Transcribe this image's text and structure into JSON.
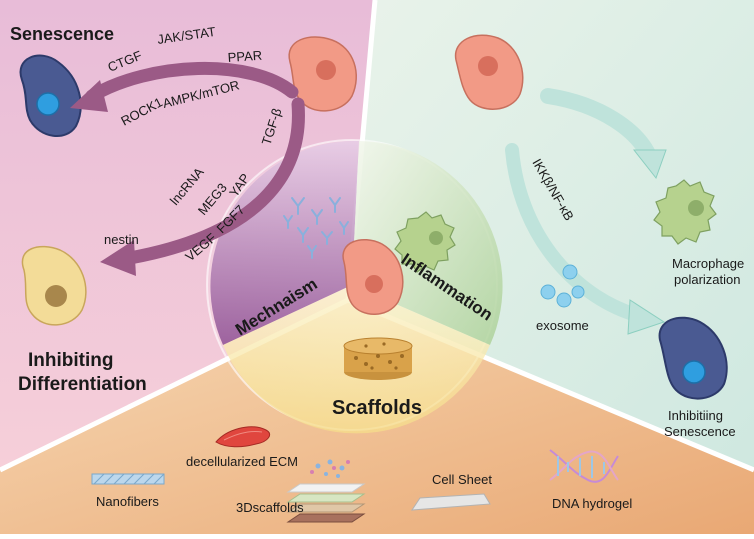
{
  "senescence_panel": {
    "title": "Senescence",
    "labels": [
      "CTGF",
      "JAK/STAT",
      "PPAR",
      "ROCK1",
      "AMPK/mTOR",
      "TGF-β"
    ]
  },
  "differentiation_panel": {
    "labels": [
      "lncRNA",
      "MEG3",
      "YAP",
      "VEGF",
      "FGF7",
      "nestin"
    ],
    "title_line1": "Inhibiting",
    "title_line2": "Differentiation"
  },
  "inflammation_panel": {
    "pathway": "IKKβ/NF-κB",
    "macrophage_line1": "Macrophage",
    "macrophage_line2": "polarization",
    "exosome": "exosome",
    "senescence_line1": "Inhibitiing",
    "senescence_line2": "Senescence"
  },
  "center": {
    "mechanism": "Mechnaism",
    "inflammation": "Inflammation",
    "scaffolds": "Scaffolds"
  },
  "scaffold_panel": {
    "ecm": "decellularized ECM",
    "nanofibers": "Nanofibers",
    "scaffolds3d": "3Dscaffolds",
    "cell_sheet": "Cell Sheet",
    "dna_hydrogel": "DNA hydrogel"
  },
  "colors": {
    "pink_panel": "#f2c8d8",
    "green_panel": "#d9ece4",
    "orange_panel": "#eeb98a",
    "arrow_purple": "#9b5a86",
    "arrow_teal": "#bfe3db",
    "cell_salmon": "#f29a86",
    "cell_navy": "#4a5a92",
    "cell_yellow": "#f3dc98"
  }
}
